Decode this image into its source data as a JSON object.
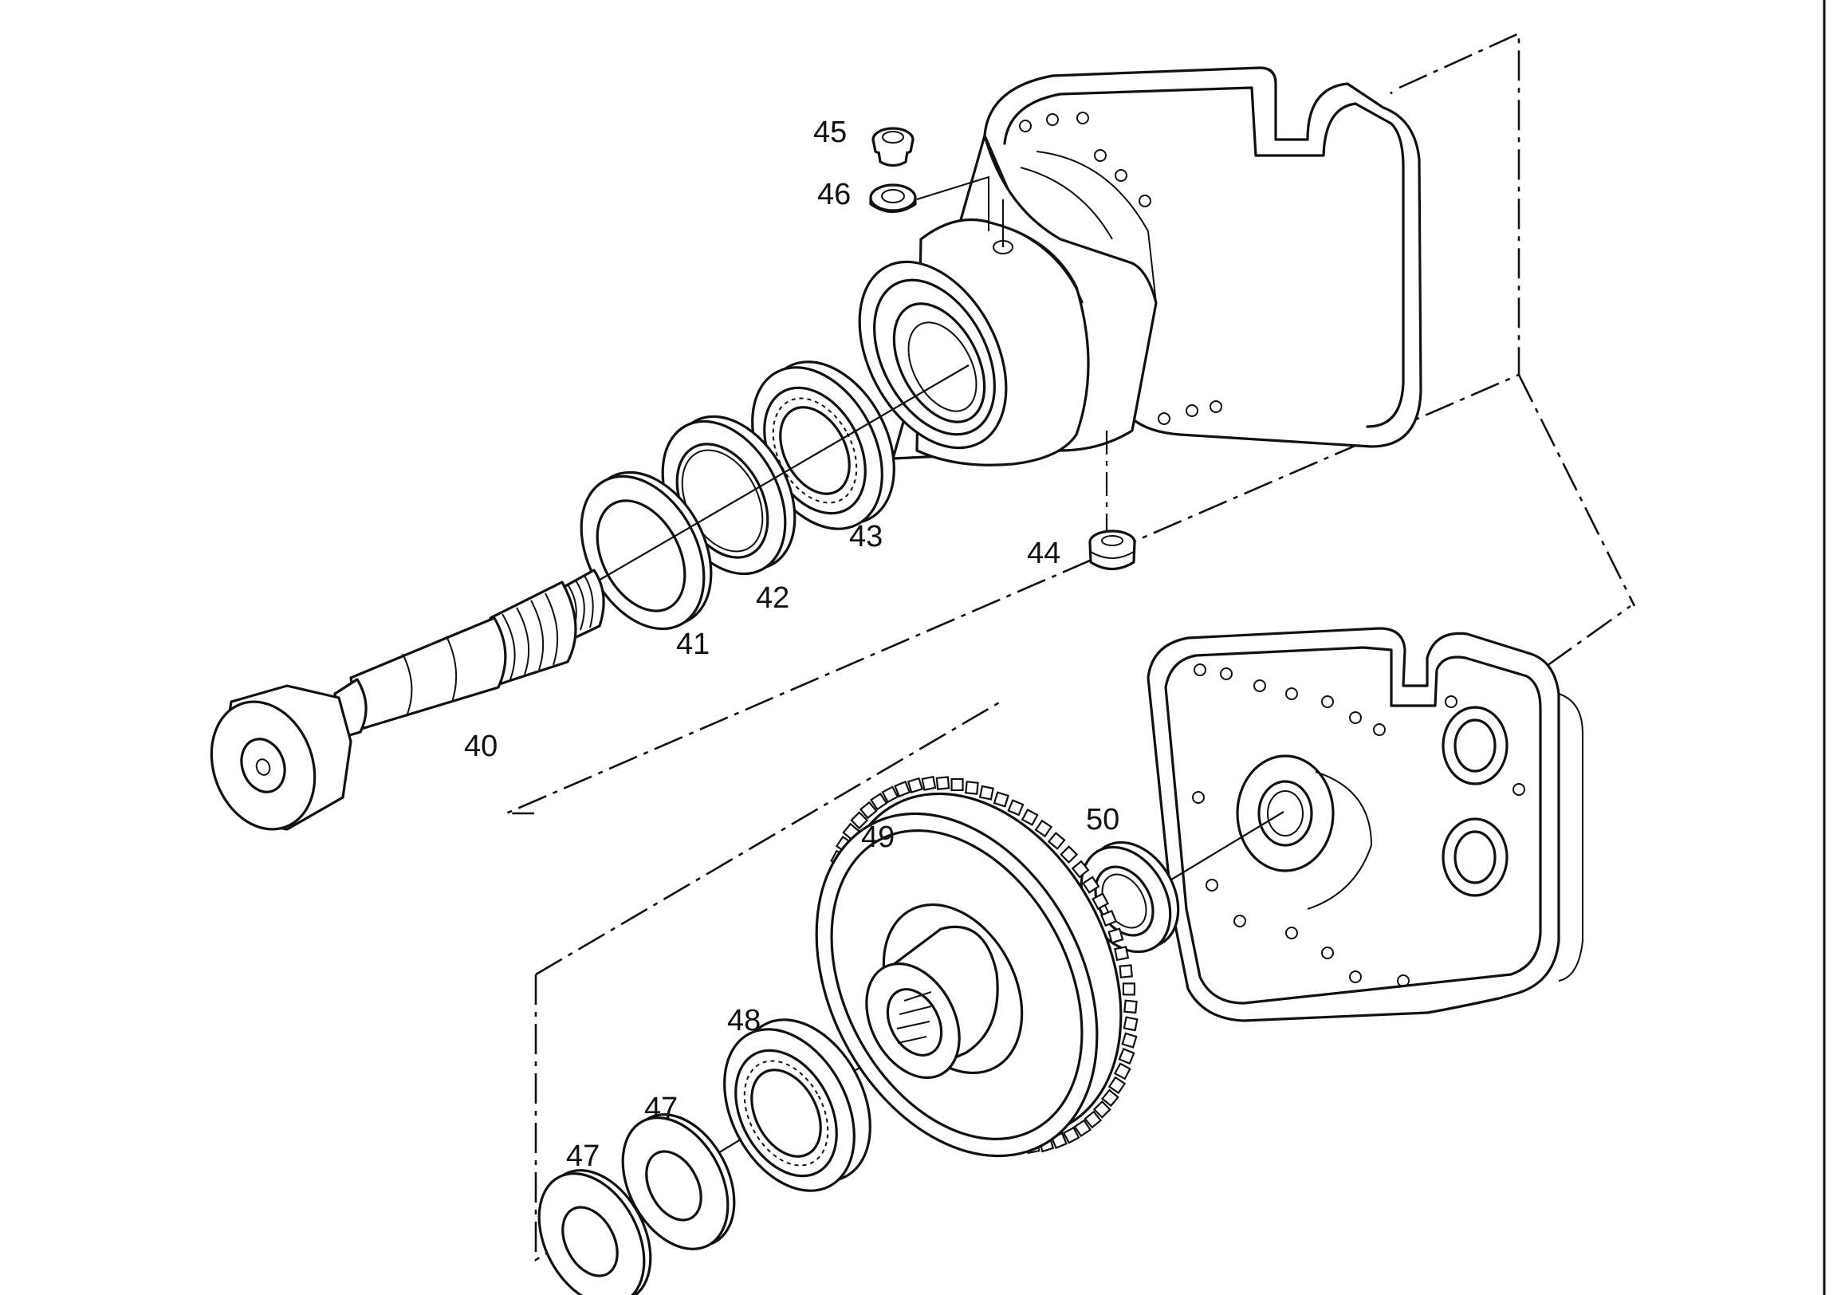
{
  "callouts": {
    "c40": "40",
    "c41": "41",
    "c42": "42",
    "c43": "43",
    "c44": "44",
    "c45": "45",
    "c46": "46",
    "c47a": "47",
    "c47b": "47",
    "c48": "48",
    "c49": "49",
    "c50": "50"
  }
}
